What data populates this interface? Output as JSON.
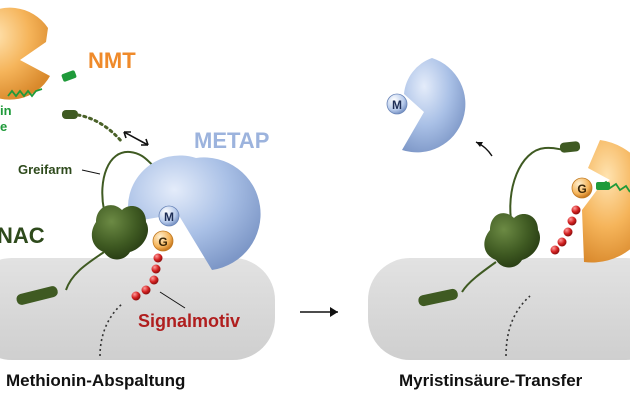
{
  "labels": {
    "nmt": "NMT",
    "metap": "METAP",
    "nac": "NAC",
    "greifarm": "Greifarm",
    "signalmotiv": "Signalmotiv",
    "nmt_side_line1": "in",
    "nmt_side_line2": "e",
    "m_letter": "M",
    "g_letter": "G",
    "m_letter_released": "M",
    "g_letter_right": "G"
  },
  "captions": {
    "left": "Methionin-Abspaltung",
    "right": "Myristinsäure-Transfer"
  },
  "colors": {
    "nmt": "#f5b45a",
    "metap": "#a9c0e6",
    "nac": "#3f5a22",
    "ribosome": "#d9d9d9",
    "signal_dots": "#d21f1f",
    "signal_text": "#b01e1e",
    "label_blue": "#9cb3dd",
    "label_orange": "#ef8a2a",
    "label_green": "#2e4a1c",
    "myristoyl": "#1f9a3a"
  }
}
